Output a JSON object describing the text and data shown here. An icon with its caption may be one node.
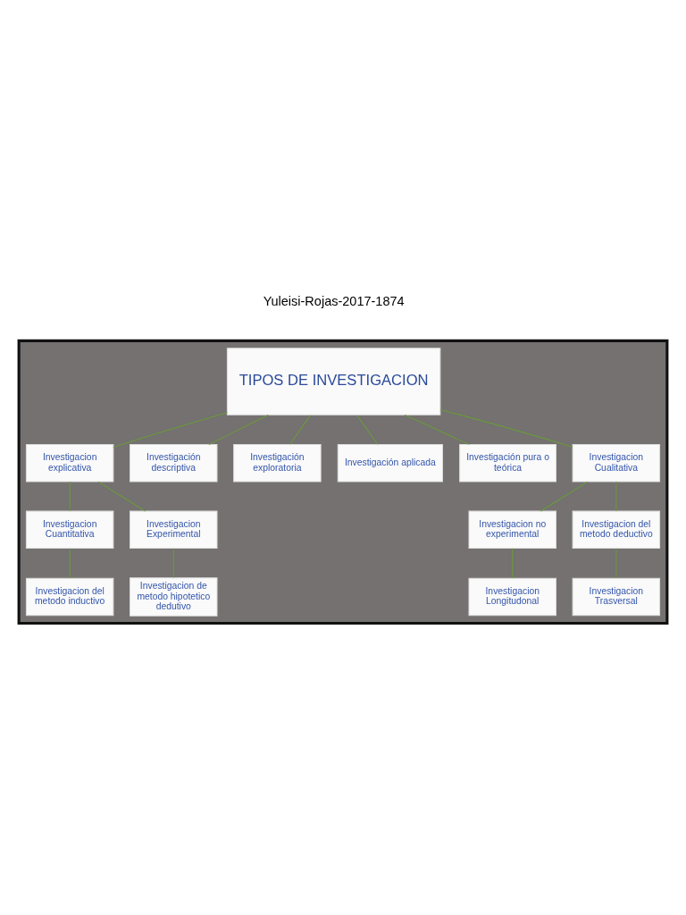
{
  "diagram": {
    "nodes": [
      {
        "text": [],
        "shape": "box"
      },
      {
        "text": [
          "TIPOS DE INVESTIGACION"
        ],
        "in": 0
      },
      {
        "text": [
          "Investigacion explicativa"
        ],
        "in": 0
      },
      {
        "text": [
          "Investigación descriptiva"
        ],
        "in": 0
      },
      {
        "text": [
          "Investigación exploratoria"
        ],
        "in": 0
      },
      {
        "text": [
          "Investigación aplicada"
        ],
        "in": 0
      },
      {
        "text": [
          "Investigación pura o teórica"
        ],
        "in": 0
      },
      {
        "text": [
          "Investigacion Cualitativa"
        ],
        "in": 0
      },
      {
        "text": [
          "Investigacion Cuantitativa"
        ],
        "in": 0
      },
      {
        "text": [
          "Investigacion Experimental"
        ],
        "in": 0
      },
      {
        "text": [
          "Investigacion del metodo inductivo"
        ],
        "in": 0
      },
      {
        "text": [
          "Investigacion de metodo hipotetico dedutivo"
        ],
        "in": 0
      },
      {
        "text": [
          "Investigacion no experimental"
        ],
        "in": 0
      },
      {
        "text": [
          "Investigacion del metodo deductivo"
        ],
        "in": 0
      },
      {
        "text": [
          "Investigacion Longitudonal"
        ],
        "in": 0
      },
      {
        "text": [
          "Investigacion Trasversal"
        ],
        "in": 0
      }
    ],
    "edges": [
      {
        "from": 1,
        "to": 2,
        "arrow": "none"
      },
      {
        "from": 1,
        "to": 3,
        "arrow": "none"
      },
      {
        "from": 1,
        "to": 4,
        "arrow": "none"
      },
      {
        "from": 1,
        "to": 5,
        "arrow": "none"
      },
      {
        "from": 1,
        "to": 6,
        "arrow": "none"
      },
      {
        "from": 1,
        "to": 7,
        "arrow": "none"
      },
      {
        "from": 2,
        "to": 8,
        "arrow": "none"
      },
      {
        "from": 2,
        "to": 9,
        "arrow": "none"
      },
      {
        "from": 8,
        "to": 10,
        "arrow": "none"
      },
      {
        "from": 9,
        "to": 11,
        "arrow": "none"
      },
      {
        "from": 7,
        "to": 12,
        "arrow": "none"
      },
      {
        "from": 7,
        "to": 13,
        "arrow": "none"
      },
      {
        "from": 12,
        "to": 14,
        "arrow": "none"
      },
      {
        "from": 13,
        "to": 15,
        "arrow": "none"
      }
    ],
    "labels": [
      "Yuleisi-Rojas-2017-1874"
    ]
  }
}
